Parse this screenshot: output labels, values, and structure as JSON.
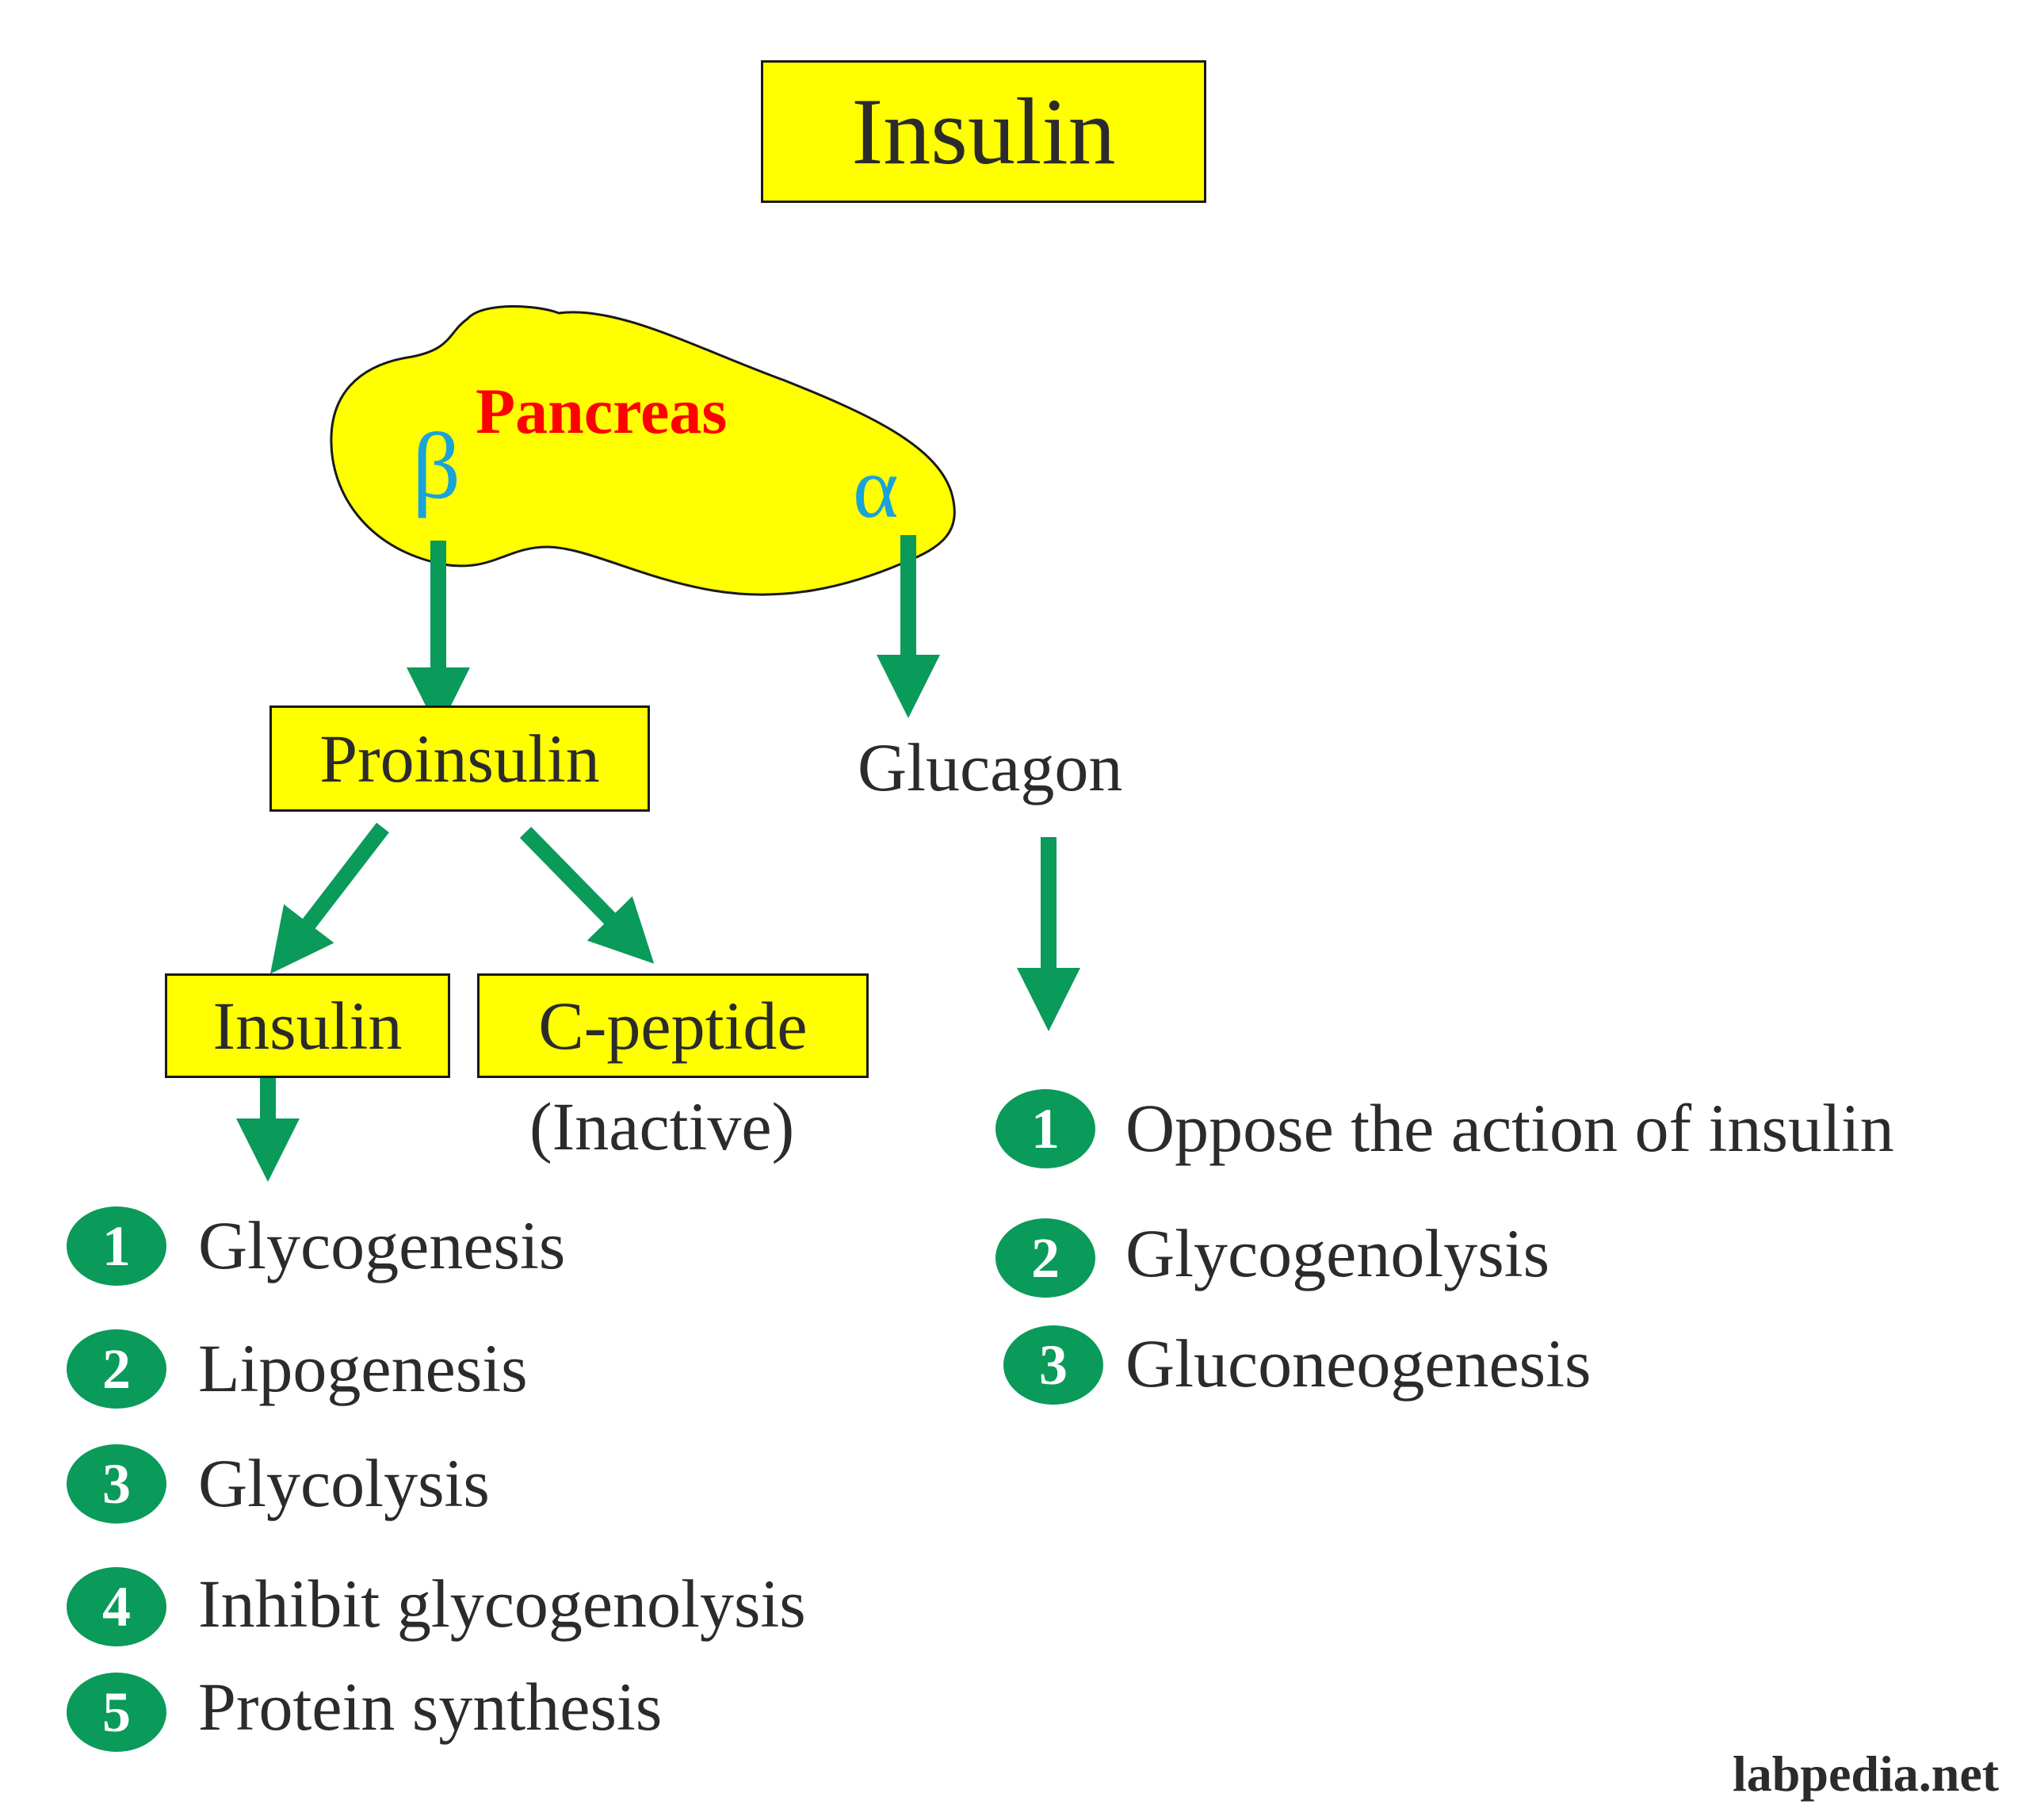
{
  "title": "Insulin",
  "pancreas": {
    "label": "Pancreas",
    "beta": "β",
    "alpha": "α"
  },
  "proinsulin": "Proinsulin",
  "glucagon": "Glucagon",
  "insulin_box": "Insulin",
  "cpeptide": {
    "label": "C-peptide",
    "note": "(Inactive)"
  },
  "insulin_actions": [
    {
      "num": "1",
      "text": "Glycogenesis"
    },
    {
      "num": "2",
      "text": "Lipogenesis"
    },
    {
      "num": "3",
      "text": "Glycolysis"
    },
    {
      "num": "4",
      "text": "Inhibit glycogenolysis"
    },
    {
      "num": "5",
      "text": "Protein synthesis"
    }
  ],
  "glucagon_actions": [
    {
      "num": "1",
      "text": "Oppose the action of insulin"
    },
    {
      "num": "2",
      "text": "Glycogenolysis"
    },
    {
      "num": "3",
      "text": "Gluconeogenesis"
    }
  ],
  "watermark": "labpedia.net",
  "colors": {
    "box_fill": "#ffff00",
    "arrow": "#0a9a5a",
    "badge": "#0a9a5a",
    "greek": "#1aa3d9",
    "pancreas_label": "#ff0000"
  }
}
